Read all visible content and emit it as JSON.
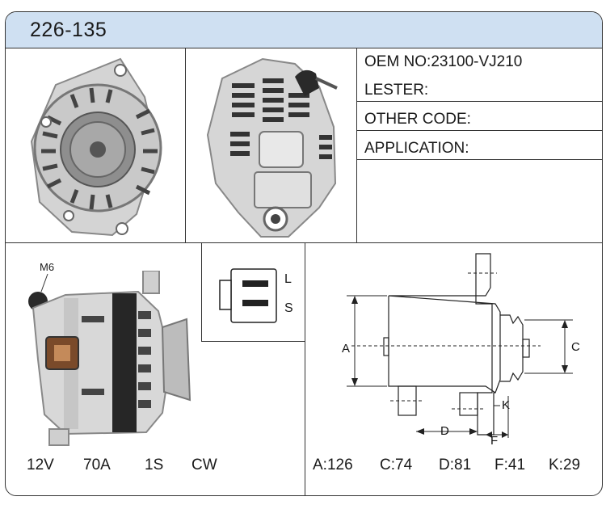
{
  "header": {
    "part_number": "226-135"
  },
  "info": [
    {
      "label": "OEM NO:",
      "value": "23100-VJ210"
    },
    {
      "label": "LESTER:",
      "value": ""
    },
    {
      "label": "OTHER CODE:",
      "value": ""
    },
    {
      "label": "APPLICATION:",
      "value": ""
    }
  ],
  "photos": {
    "front_view": "alternator-front-photo",
    "rear_view": "alternator-rear-photo",
    "side_view": "alternator-side-photo",
    "side_label": "M6"
  },
  "connector": {
    "terminal_1": "L",
    "terminal_2": "S"
  },
  "drawing": {
    "labels": {
      "a": "A",
      "c": "C",
      "d": "D",
      "f": "F",
      "k": "K"
    }
  },
  "specs_left": [
    {
      "key": "voltage",
      "text": "12V"
    },
    {
      "key": "amperage",
      "text": "70A"
    },
    {
      "key": "pulley",
      "text": "1S"
    },
    {
      "key": "rotation",
      "text": "CW"
    }
  ],
  "specs_right": [
    {
      "key": "a",
      "text": "A:126"
    },
    {
      "key": "c",
      "text": "C:74"
    },
    {
      "key": "d",
      "text": "D:81"
    },
    {
      "key": "f",
      "text": "F:41"
    },
    {
      "key": "k",
      "text": "K:29"
    }
  ]
}
